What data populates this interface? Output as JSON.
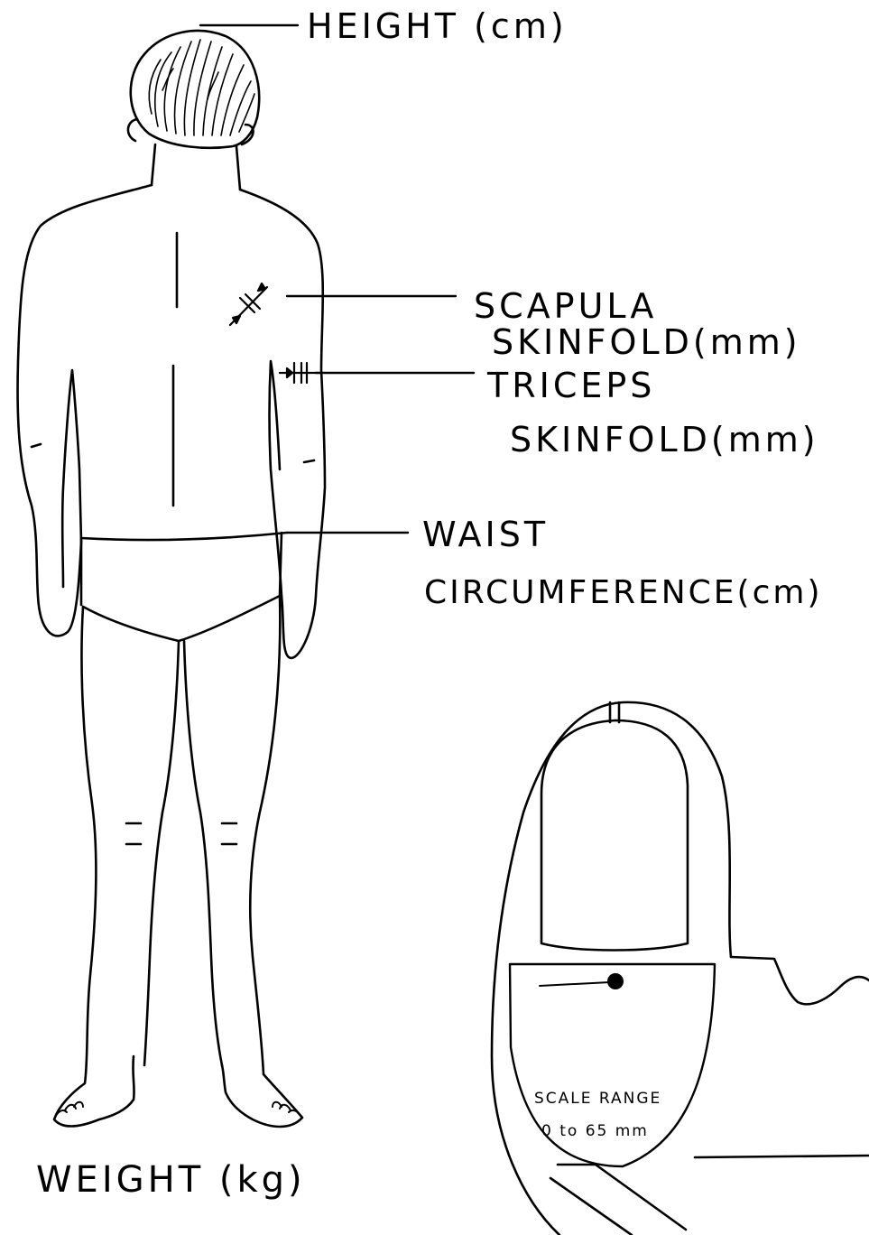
{
  "labels": {
    "height": "HEIGHT (cm)",
    "scapula_line1": "SCAPULA",
    "scapula_line2": "SKINFOLD(mm)",
    "triceps_line1": "TRICEPS",
    "triceps_line2": "SKINFOLD(mm)",
    "waist_line1": "WAIST",
    "waist_line2": "CIRCUMFERENCE(cm)",
    "weight": "WEIGHT (kg)"
  },
  "caliper": {
    "scale_label": "SCALE RANGE",
    "range_label": "0 to 65 mm"
  },
  "colors": {
    "ink": "#000000",
    "paper": "#ffffff"
  }
}
